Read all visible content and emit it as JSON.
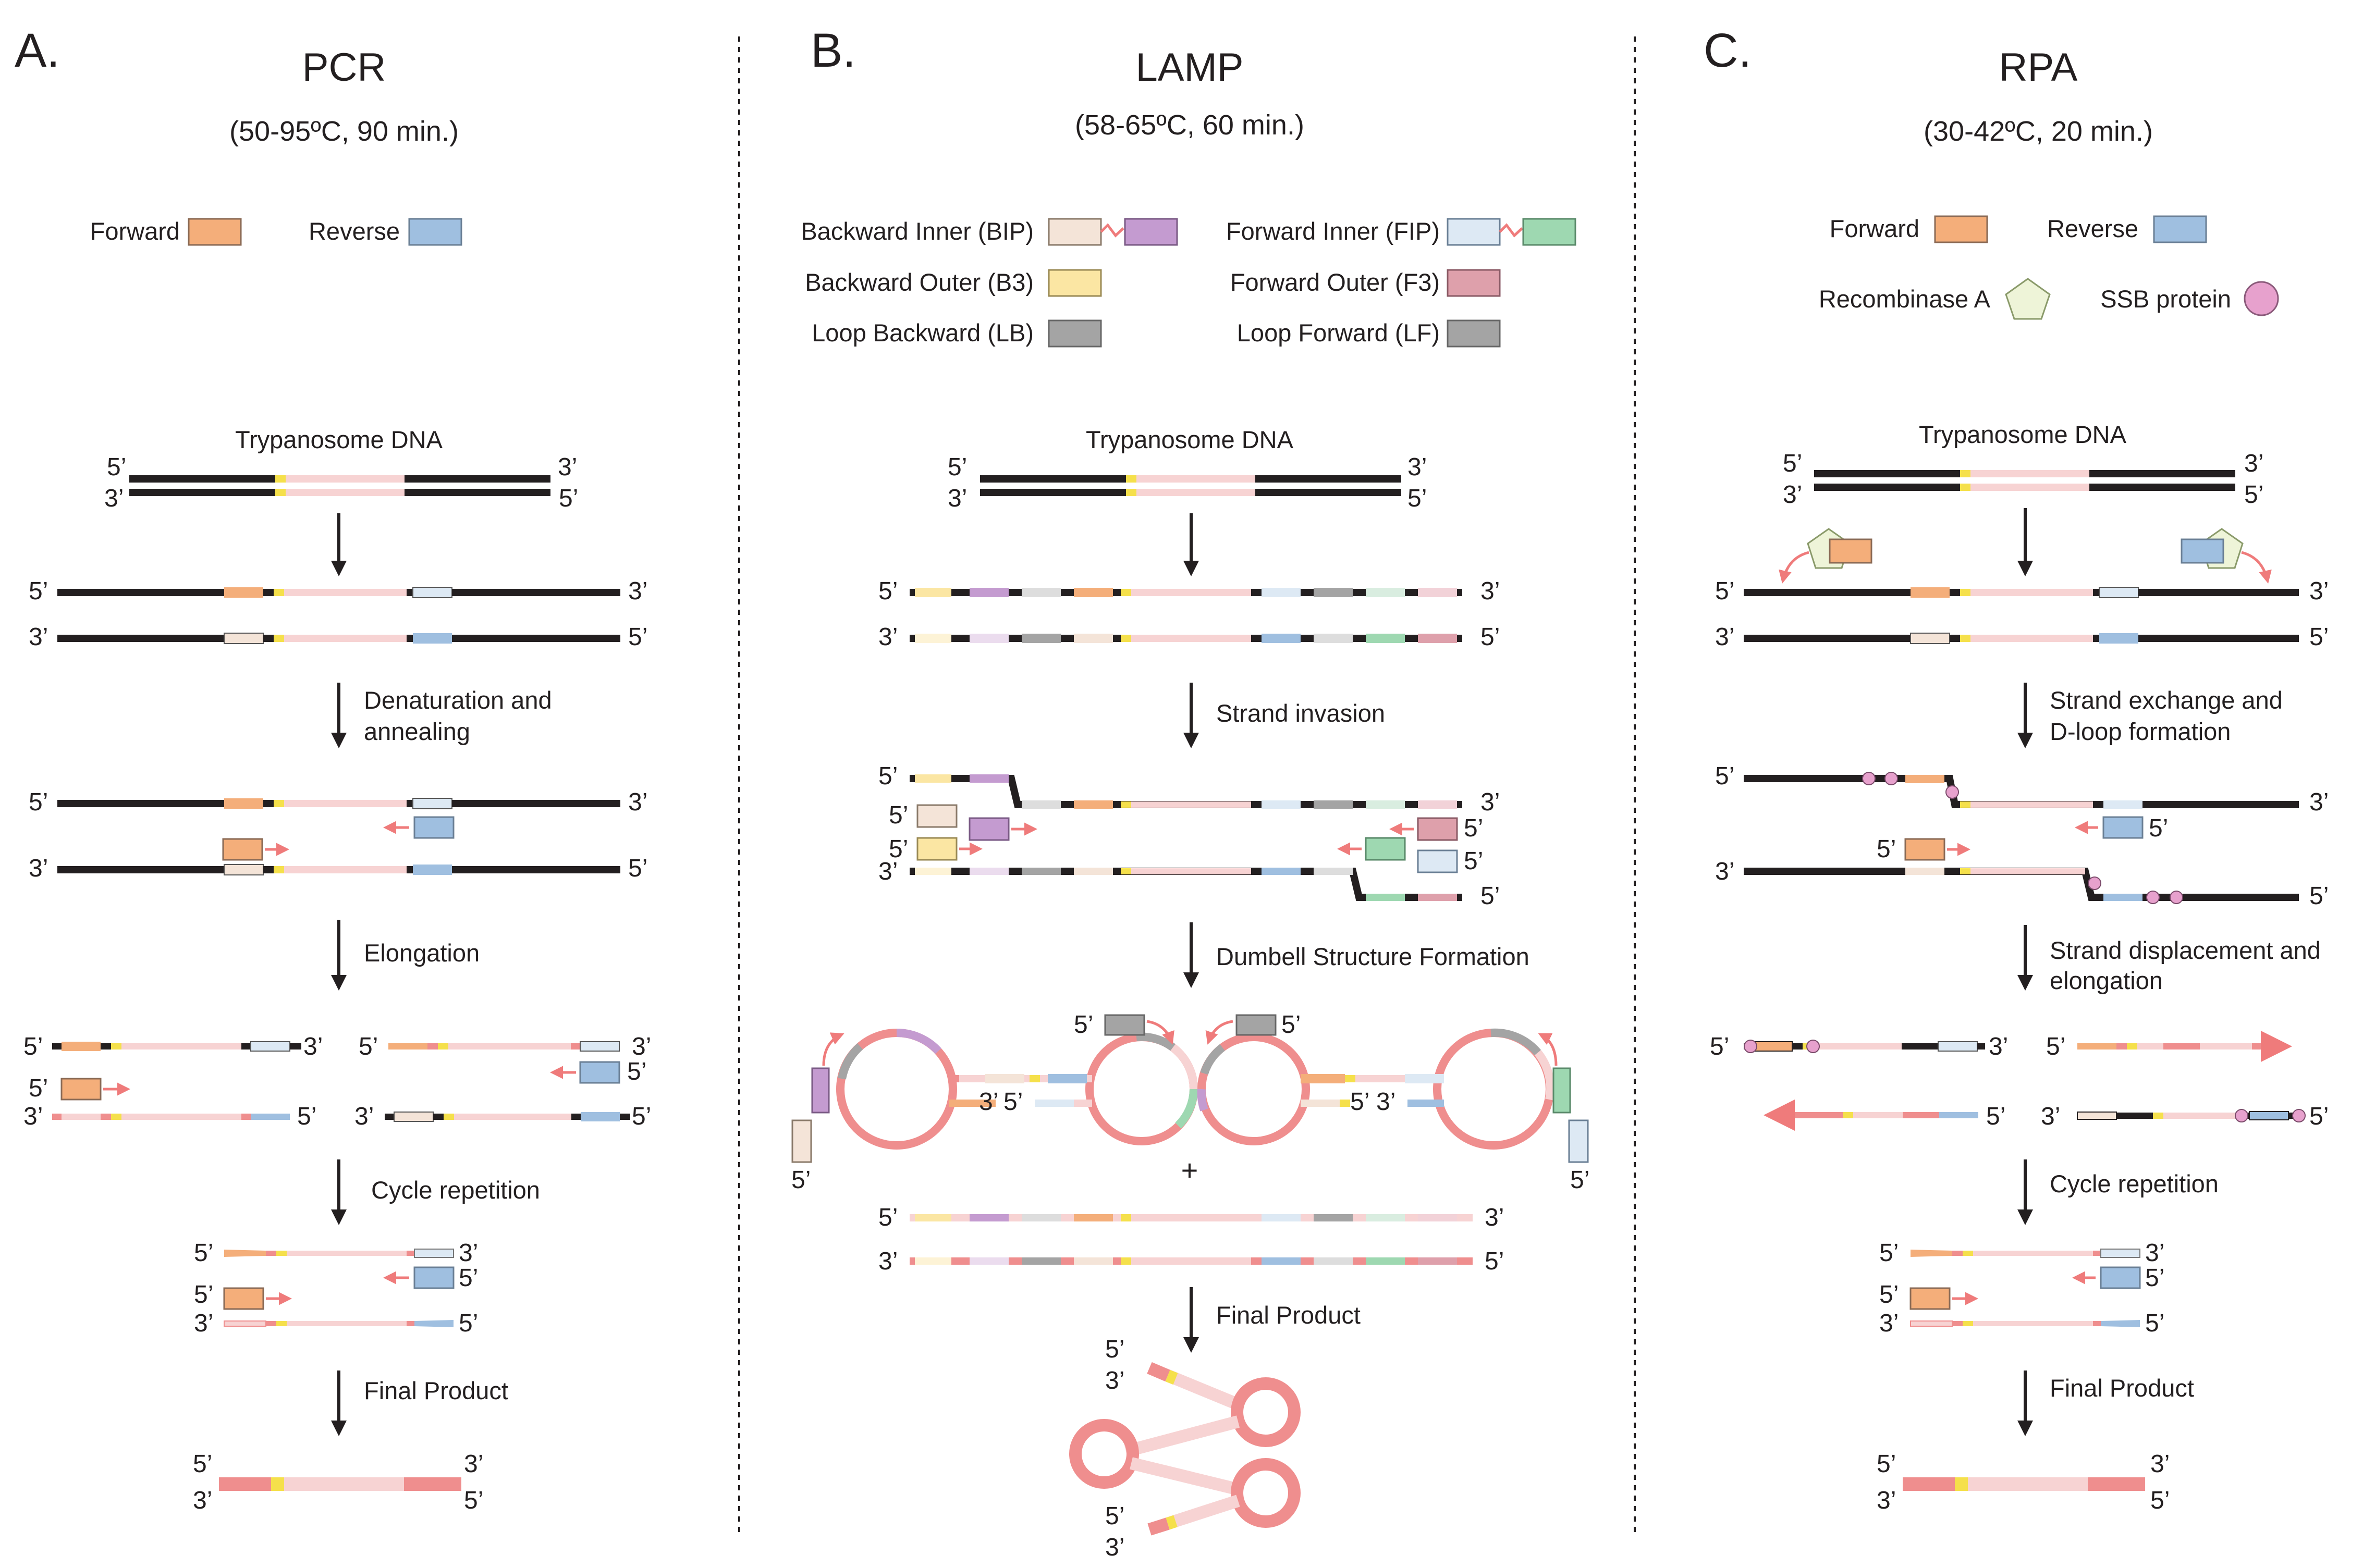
{
  "colors": {
    "strand": "#231f20",
    "template_light": "#f7d3d3",
    "amplicon": "#ef8e8e",
    "yellow": "#f5e04b",
    "arrow": "#ef7b7b",
    "forward": "#f4ae7a",
    "reverse": "#9fbfe0",
    "bip": "#f4e4d8",
    "bip_loop": "#c49bd0",
    "fip": "#dde9f4",
    "fip_loop": "#9ed8b1",
    "b3": "#fbe6a3",
    "f3": "#dea0ab",
    "loop": "#a4a4a4",
    "recombinase": "#eef4d8",
    "ssb": "#e7a1cd"
  },
  "ends": {
    "five": "5’",
    "three": "3’"
  },
  "plus": "+",
  "panels": [
    {
      "letter": "A.",
      "method": "PCR",
      "conditions": "(50-95ºC, 90 min.)",
      "legend": {
        "forward": "Forward",
        "reverse": "Reverse"
      },
      "dna_label": "Trypanosome DNA",
      "steps": [
        "Denaturation and",
        "annealing",
        "Elongation",
        "Cycle repetition",
        "Final Product"
      ]
    },
    {
      "letter": "B.",
      "method": "LAMP",
      "conditions": "(58-65ºC, 60 min.)",
      "legend": {
        "bip": "Backward Inner (BIP)",
        "b3": "Backward Outer (B3)",
        "lb": "Loop Backward (LB)",
        "fip": "Forward Inner (FIP)",
        "f3": "Forward Outer (F3)",
        "lf": "Loop Forward (LF)"
      },
      "dna_label": "Trypanosome DNA",
      "steps": [
        "Strand invasion",
        "Dumbell Structure Formation",
        "Final Product"
      ]
    },
    {
      "letter": "C.",
      "method": "RPA",
      "conditions": "(30-42ºC, 20 min.)",
      "legend": {
        "forward": "Forward",
        "reverse": "Reverse",
        "recombinase": "Recombinase A",
        "ssb": "SSB protein"
      },
      "dna_label": "Trypanosome DNA",
      "steps": [
        "Strand exchange and",
        "D-loop formation",
        "Strand displacement and",
        "elongation",
        "Cycle repetition",
        "Final Product"
      ]
    }
  ]
}
